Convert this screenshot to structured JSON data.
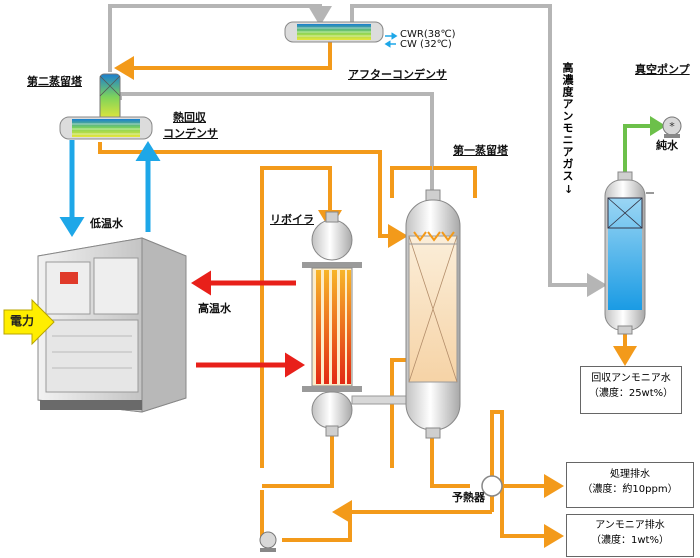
{
  "labels": {
    "second_column": "第二蒸留塔",
    "heat_recovery_line1": "熱回収",
    "heat_recovery_line2": "コンデンサ",
    "after_condenser": "アフターコンデンサ",
    "cwr": "CWR(38℃)",
    "cw": "CW (32℃)",
    "vacuum_pump": "真空ポンプ",
    "ammonia_gas_vertical": "高濃度アンモニアガス",
    "ammonia_gas_arrow": "↓",
    "pure_water": "純水",
    "low_temp_water": "低温水",
    "high_temp_water": "高温水",
    "reboiler": "リボイラ",
    "first_column": "第一蒸留塔",
    "preheater": "予熱器",
    "power": "電力"
  },
  "outputs": {
    "recovered": {
      "title": "回収アンモニア水",
      "detail": "（濃度：25wt%）"
    },
    "treated": {
      "title": "処理排水",
      "detail": "（濃度：約10ppm）"
    },
    "ammonia_drain": {
      "title": "アンモニア排水",
      "detail": "（濃度：1wt%）"
    }
  },
  "colors": {
    "orange_line": "#f39a1a",
    "gray_line": "#b5b5b5",
    "blue_line": "#1ea7e8",
    "red_arrow": "#e8201a",
    "green_line": "#6cc04a",
    "power_yellow": "#ffee00"
  }
}
